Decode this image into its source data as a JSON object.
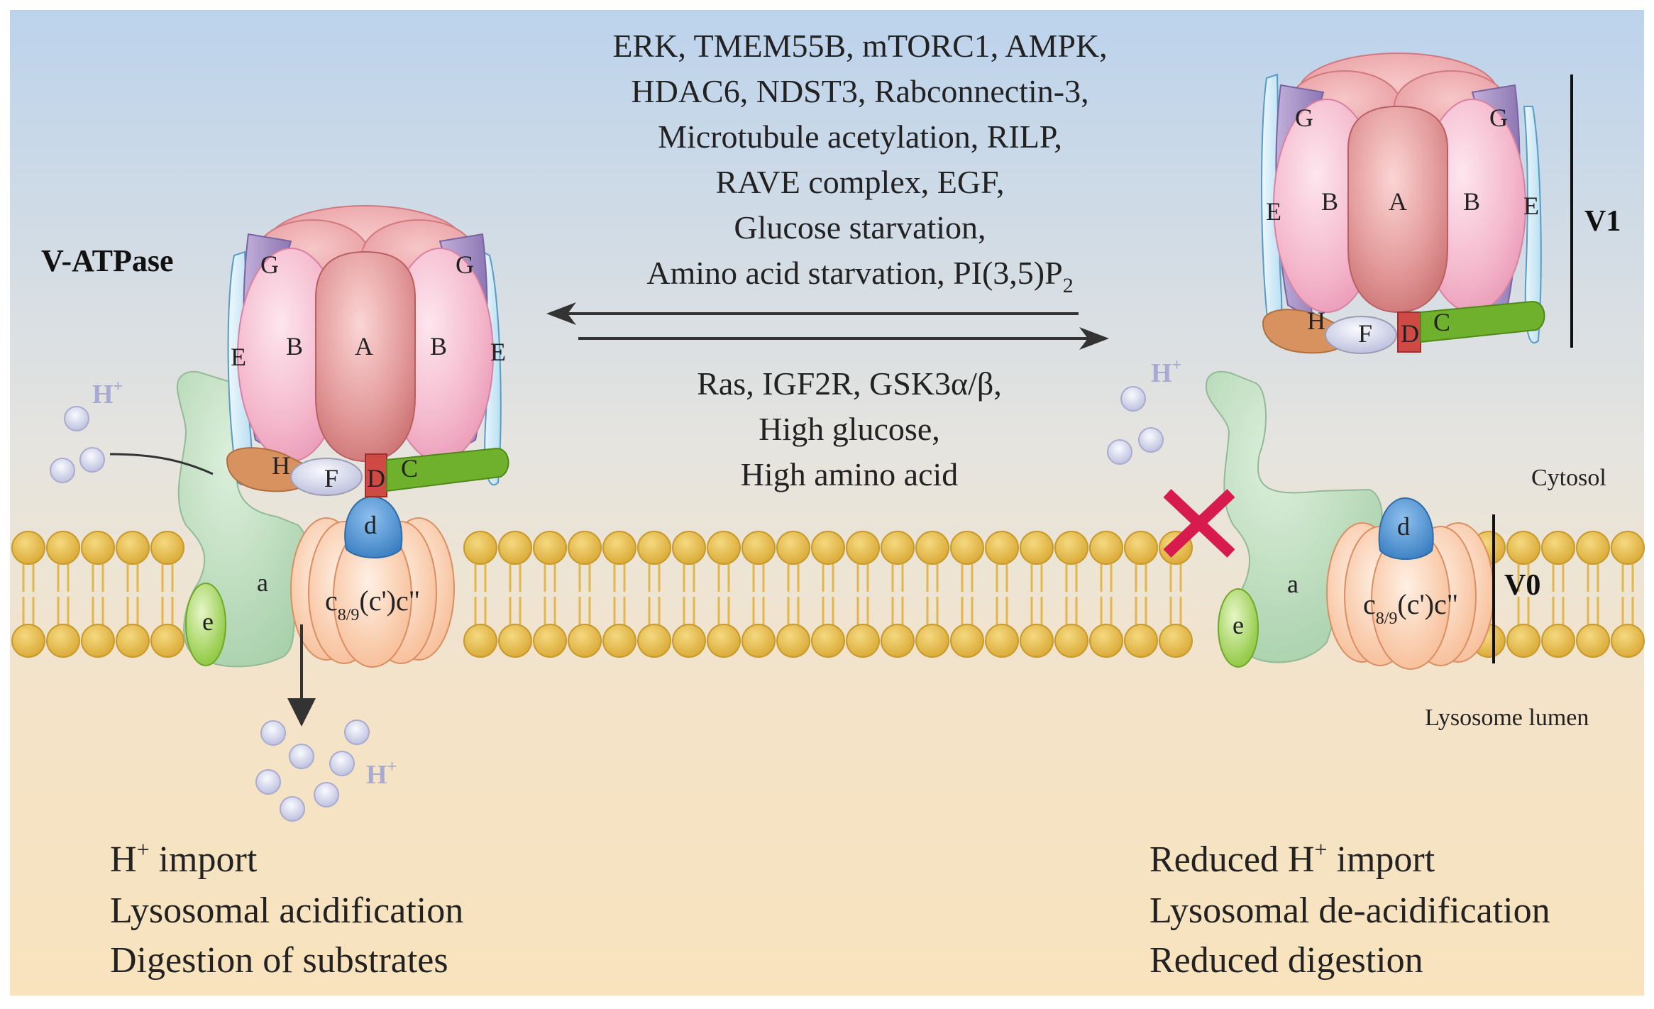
{
  "title": "V-ATPase",
  "regions": {
    "cytosol": "Cytosol",
    "lumen": "Lysosome lumen"
  },
  "domains": {
    "v1": "V1",
    "v0": "V0"
  },
  "proton": {
    "base": "H",
    "sup": "+"
  },
  "subunits": {
    "A": "A",
    "B": "B",
    "C": "C",
    "D": "D",
    "E": "E",
    "F": "F",
    "G": "G",
    "H": "H",
    "a": "a",
    "d": "d",
    "e": "e",
    "ring": {
      "c": "c",
      "sub": "8/9",
      "rest": "(c')c\""
    }
  },
  "disassembly_factors": [
    "ERK, TMEM55B, mTORC1, AMPK,",
    "HDAC6, NDST3, Rabconnectin-3,",
    "Microtubule acetylation, RILP,",
    "RAVE complex, EGF,",
    "Glucose starvation,"
  ],
  "disassembly_last_line": {
    "text": "Amino acid starvation, PI(3,5)P",
    "sub": "2"
  },
  "assembly_factors": [
    "Ras, IGF2R, GSK3α/β,",
    "High glucose,",
    "High amino acid"
  ],
  "outcomes_assembled": [
    {
      "prefix": "H",
      "sup": "+",
      "text": " import"
    },
    {
      "prefix": "",
      "sup": "",
      "text": "Lysosomal acidification"
    },
    {
      "prefix": "",
      "sup": "",
      "text": "Digestion of substrates"
    }
  ],
  "outcomes_disassembled": [
    {
      "prefix": "Reduced H",
      "sup": "+",
      "text": " import"
    },
    {
      "prefix": "",
      "sup": "",
      "text": "Lysosomal de-acidification"
    },
    {
      "prefix": "",
      "sup": "",
      "text": "Reduced digestion"
    }
  ],
  "colors": {
    "sky_top": "#c7d9ee",
    "sand_bottom": "#f7e2bd",
    "lipid_head": "#e9bd52",
    "subunit_A": "#d98a8a",
    "subunit_B": "#f3b3c9",
    "subunit_G": "#a892c4",
    "subunit_E": "#d6eef8",
    "subunit_H": "#d89262",
    "subunit_F": "#cfcfd6",
    "subunit_D": "#cf4a45",
    "subunit_C": "#6fb02c",
    "subunit_a": "#bcdcbc",
    "subunit_d": "#4b90cf",
    "subunit_e": "#9ed04a",
    "c_ring": "#fbd3b6",
    "proton": "#c5c7e2",
    "block_x": "#d81b4f"
  }
}
